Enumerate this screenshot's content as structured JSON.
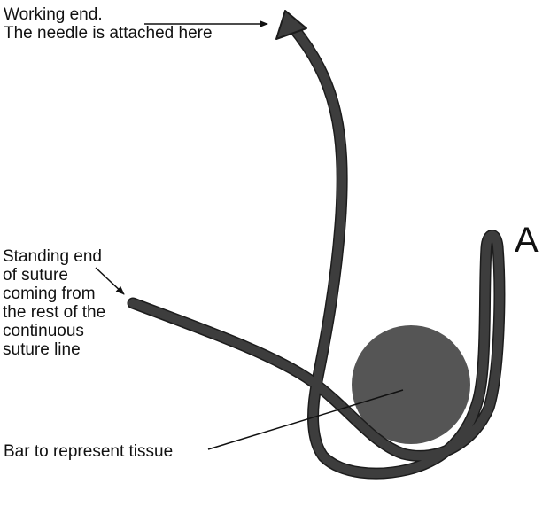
{
  "labels": {
    "working_end": [
      "Working end.",
      "The needle is attached here"
    ],
    "standing_end": [
      "Standing end",
      "of suture",
      "coming from",
      "the rest of the",
      "continuous",
      "suture line"
    ],
    "bar": "Bar to represent tissue",
    "point_a": "A"
  },
  "colors": {
    "suture": "#3d3d3d",
    "suture_outline": "#1c1c1c",
    "tissue_bar": "#555555",
    "text": "#111111"
  }
}
